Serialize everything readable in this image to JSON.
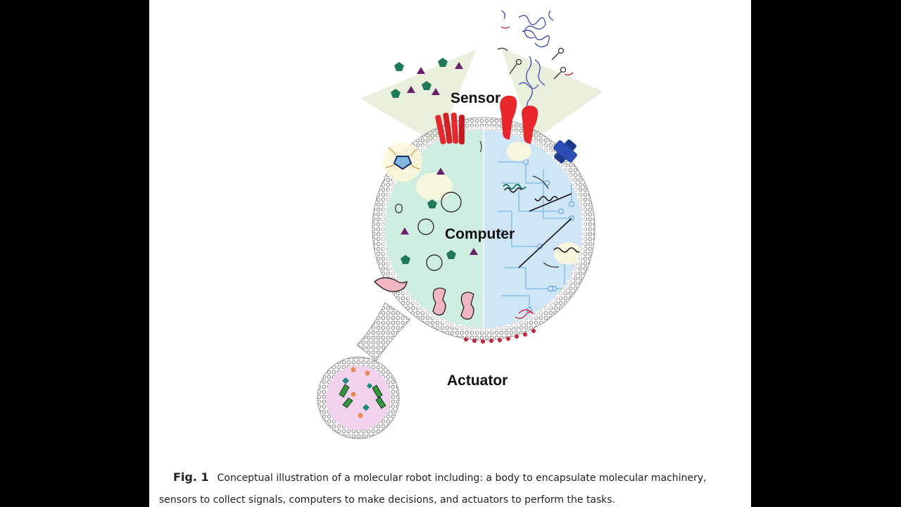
{
  "diagram": {
    "labels": {
      "sensor": "Sensor",
      "computer": "Computer",
      "actuator": "Actuator"
    }
  },
  "caption": {
    "fig_label": "Fig. 1",
    "text": "Conceptual illustration of a molecular robot including: a body to encapsulate molecular machinery, sensors to collect signals, computers to make decisions, and actuators to perform the tasks."
  },
  "colors": {
    "background_letterbox": "#000000",
    "page": "#ffffff",
    "computer_left_fill": "#cdeee0",
    "computer_right_fill": "#cfe6f7",
    "vesicle_fill": "#f2d3ee",
    "membrane": "#8a8a8a",
    "receptor_red": "#e8262b",
    "channel_blue": "#1e3a8f",
    "molecule_green": "#1f7a5a",
    "molecule_purple": "#6a1f6a",
    "actuator_pink": "#f2b6c3"
  }
}
